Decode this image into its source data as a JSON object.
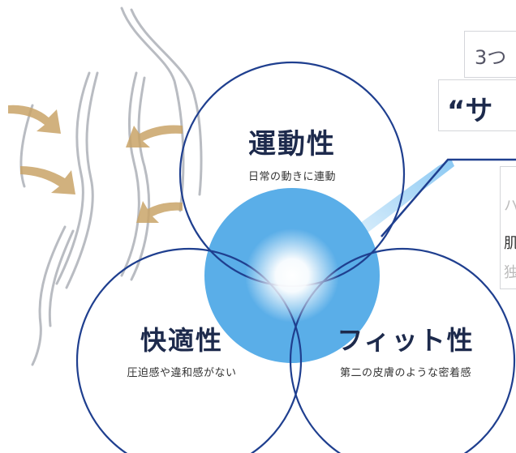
{
  "colors": {
    "circle_stroke": "#1f3f8f",
    "center_fill": "#5aaee8",
    "title_text": "#1d2a4c",
    "arrow": "#c9a468"
  },
  "headline": {
    "number_prefix": "3つ",
    "quote_prefix": "“サ"
  },
  "side_text": {
    "line1": "ハ",
    "line2": "肌",
    "line3": "独"
  },
  "circles": [
    {
      "id": "mobility",
      "title": "運動性",
      "subtitle": "日常の動きに連動"
    },
    {
      "id": "comfort",
      "title": "快適性",
      "subtitle": "圧迫感や違和感がない"
    },
    {
      "id": "fit",
      "title": "フィット性",
      "subtitle": "第二の皮膚のような密着感"
    }
  ]
}
